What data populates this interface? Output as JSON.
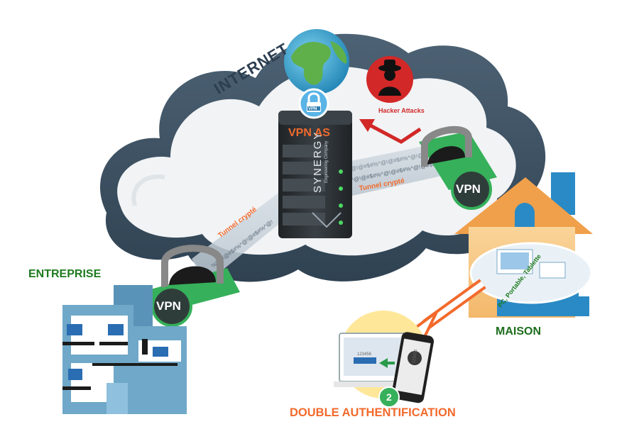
{
  "labels": {
    "internet": "INTERNET",
    "vpn_server": "VPN AS",
    "brand": "SYNERGY",
    "brand_sub": "Engineering Company",
    "lock_tag": "VPN",
    "hacker": "Hacker Attacks",
    "tunnel_right": "Tunnel crypté",
    "tunnel_left": "Tunnel crypté",
    "vpn_right": "VPN",
    "vpn_left": "VPN",
    "entreprise": "ENTREPRISE",
    "maison": "MAISON",
    "devices": "PC, Portable, Tablette",
    "double_auth": "DOUBLE AUTHENTIFICATION",
    "step_number": "2",
    "code_laptop": "123456",
    "code_phone": "123456",
    "tunnel_data": "%^@!@#$#%^@!@#$#%^@!@#$#%"
  },
  "colors": {
    "cloud_dark": "#3b4f62",
    "cloud_light": "#f2f4f6",
    "server": "#2b2f33",
    "orange": "#f26a2c",
    "red": "#d22828",
    "green": "#1e7a1e",
    "vpn_badge": "#2f3d3a",
    "vpn_ring": "#36b05a",
    "house_wall": "#f7c37a",
    "roof": "#f0a04a",
    "building": "#6fa8c8"
  }
}
